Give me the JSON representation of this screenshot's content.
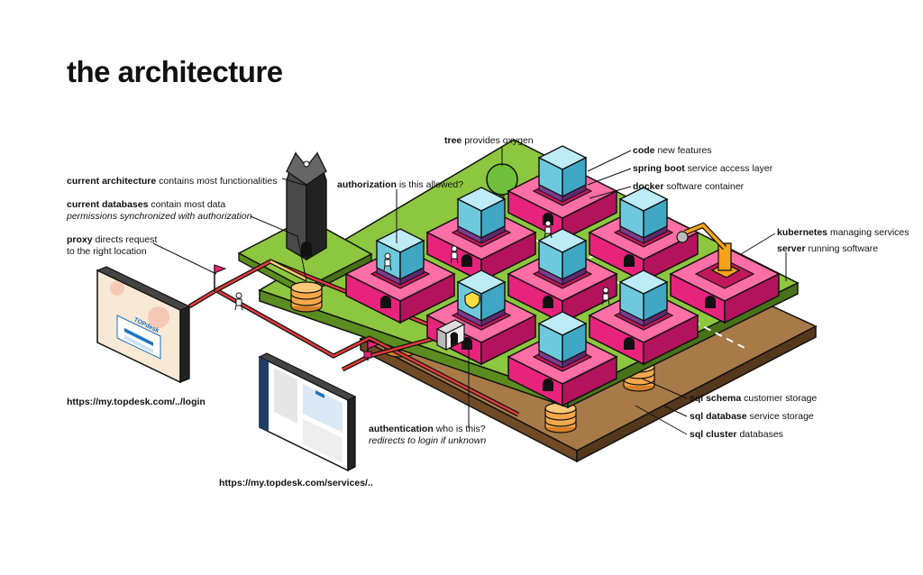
{
  "title": "the architecture",
  "labels": {
    "tree": {
      "key": "tree",
      "text": "provides oxygen"
    },
    "code": {
      "key": "code",
      "text": "new features"
    },
    "spring": {
      "key": "spring boot",
      "text": "service access layer"
    },
    "docker": {
      "key": "docker",
      "text": "software container"
    },
    "kubernetes": {
      "key": "kubernetes",
      "text": "managing services"
    },
    "server": {
      "key": "server",
      "text": "running software"
    },
    "authorization": {
      "key": "authorization",
      "text": "is this allowed?"
    },
    "current_arch": {
      "key": "current architecture",
      "text": "contains most functionalities"
    },
    "current_db": {
      "key": "current databases",
      "text": "contain most data",
      "sub": "permissions synchronized with authorization"
    },
    "proxy": {
      "key": "proxy",
      "text": "directs request",
      "line2": "to the right location"
    },
    "authentication": {
      "key": "authentication",
      "text": "who is this?",
      "sub": "redirects to login if unknown"
    },
    "sql_schema": {
      "key": "sql schema",
      "text": "customer storage"
    },
    "sql_database": {
      "key": "sql database",
      "text": "service storage"
    },
    "sql_cluster": {
      "key": "sql cluster",
      "text": "databases"
    }
  },
  "urls": {
    "login": "https://my.topdesk.com/../login",
    "services": "https://my.topdesk.com/services/.."
  },
  "screen": {
    "logo": "TOPdesk"
  },
  "colors": {
    "grass": "#8dc63f",
    "pink": "#e8237b",
    "cube": "#6ec9de",
    "purple": "#9b4f9e",
    "db": "#f5a74a",
    "ground": "#9e6f3f",
    "crane": "#f7a21b",
    "tower": "#333333"
  },
  "icons": [
    "flag-icon",
    "person-icon",
    "tree-icon",
    "crane-icon",
    "shield-icon",
    "padlock-icon",
    "hammer-icon"
  ]
}
